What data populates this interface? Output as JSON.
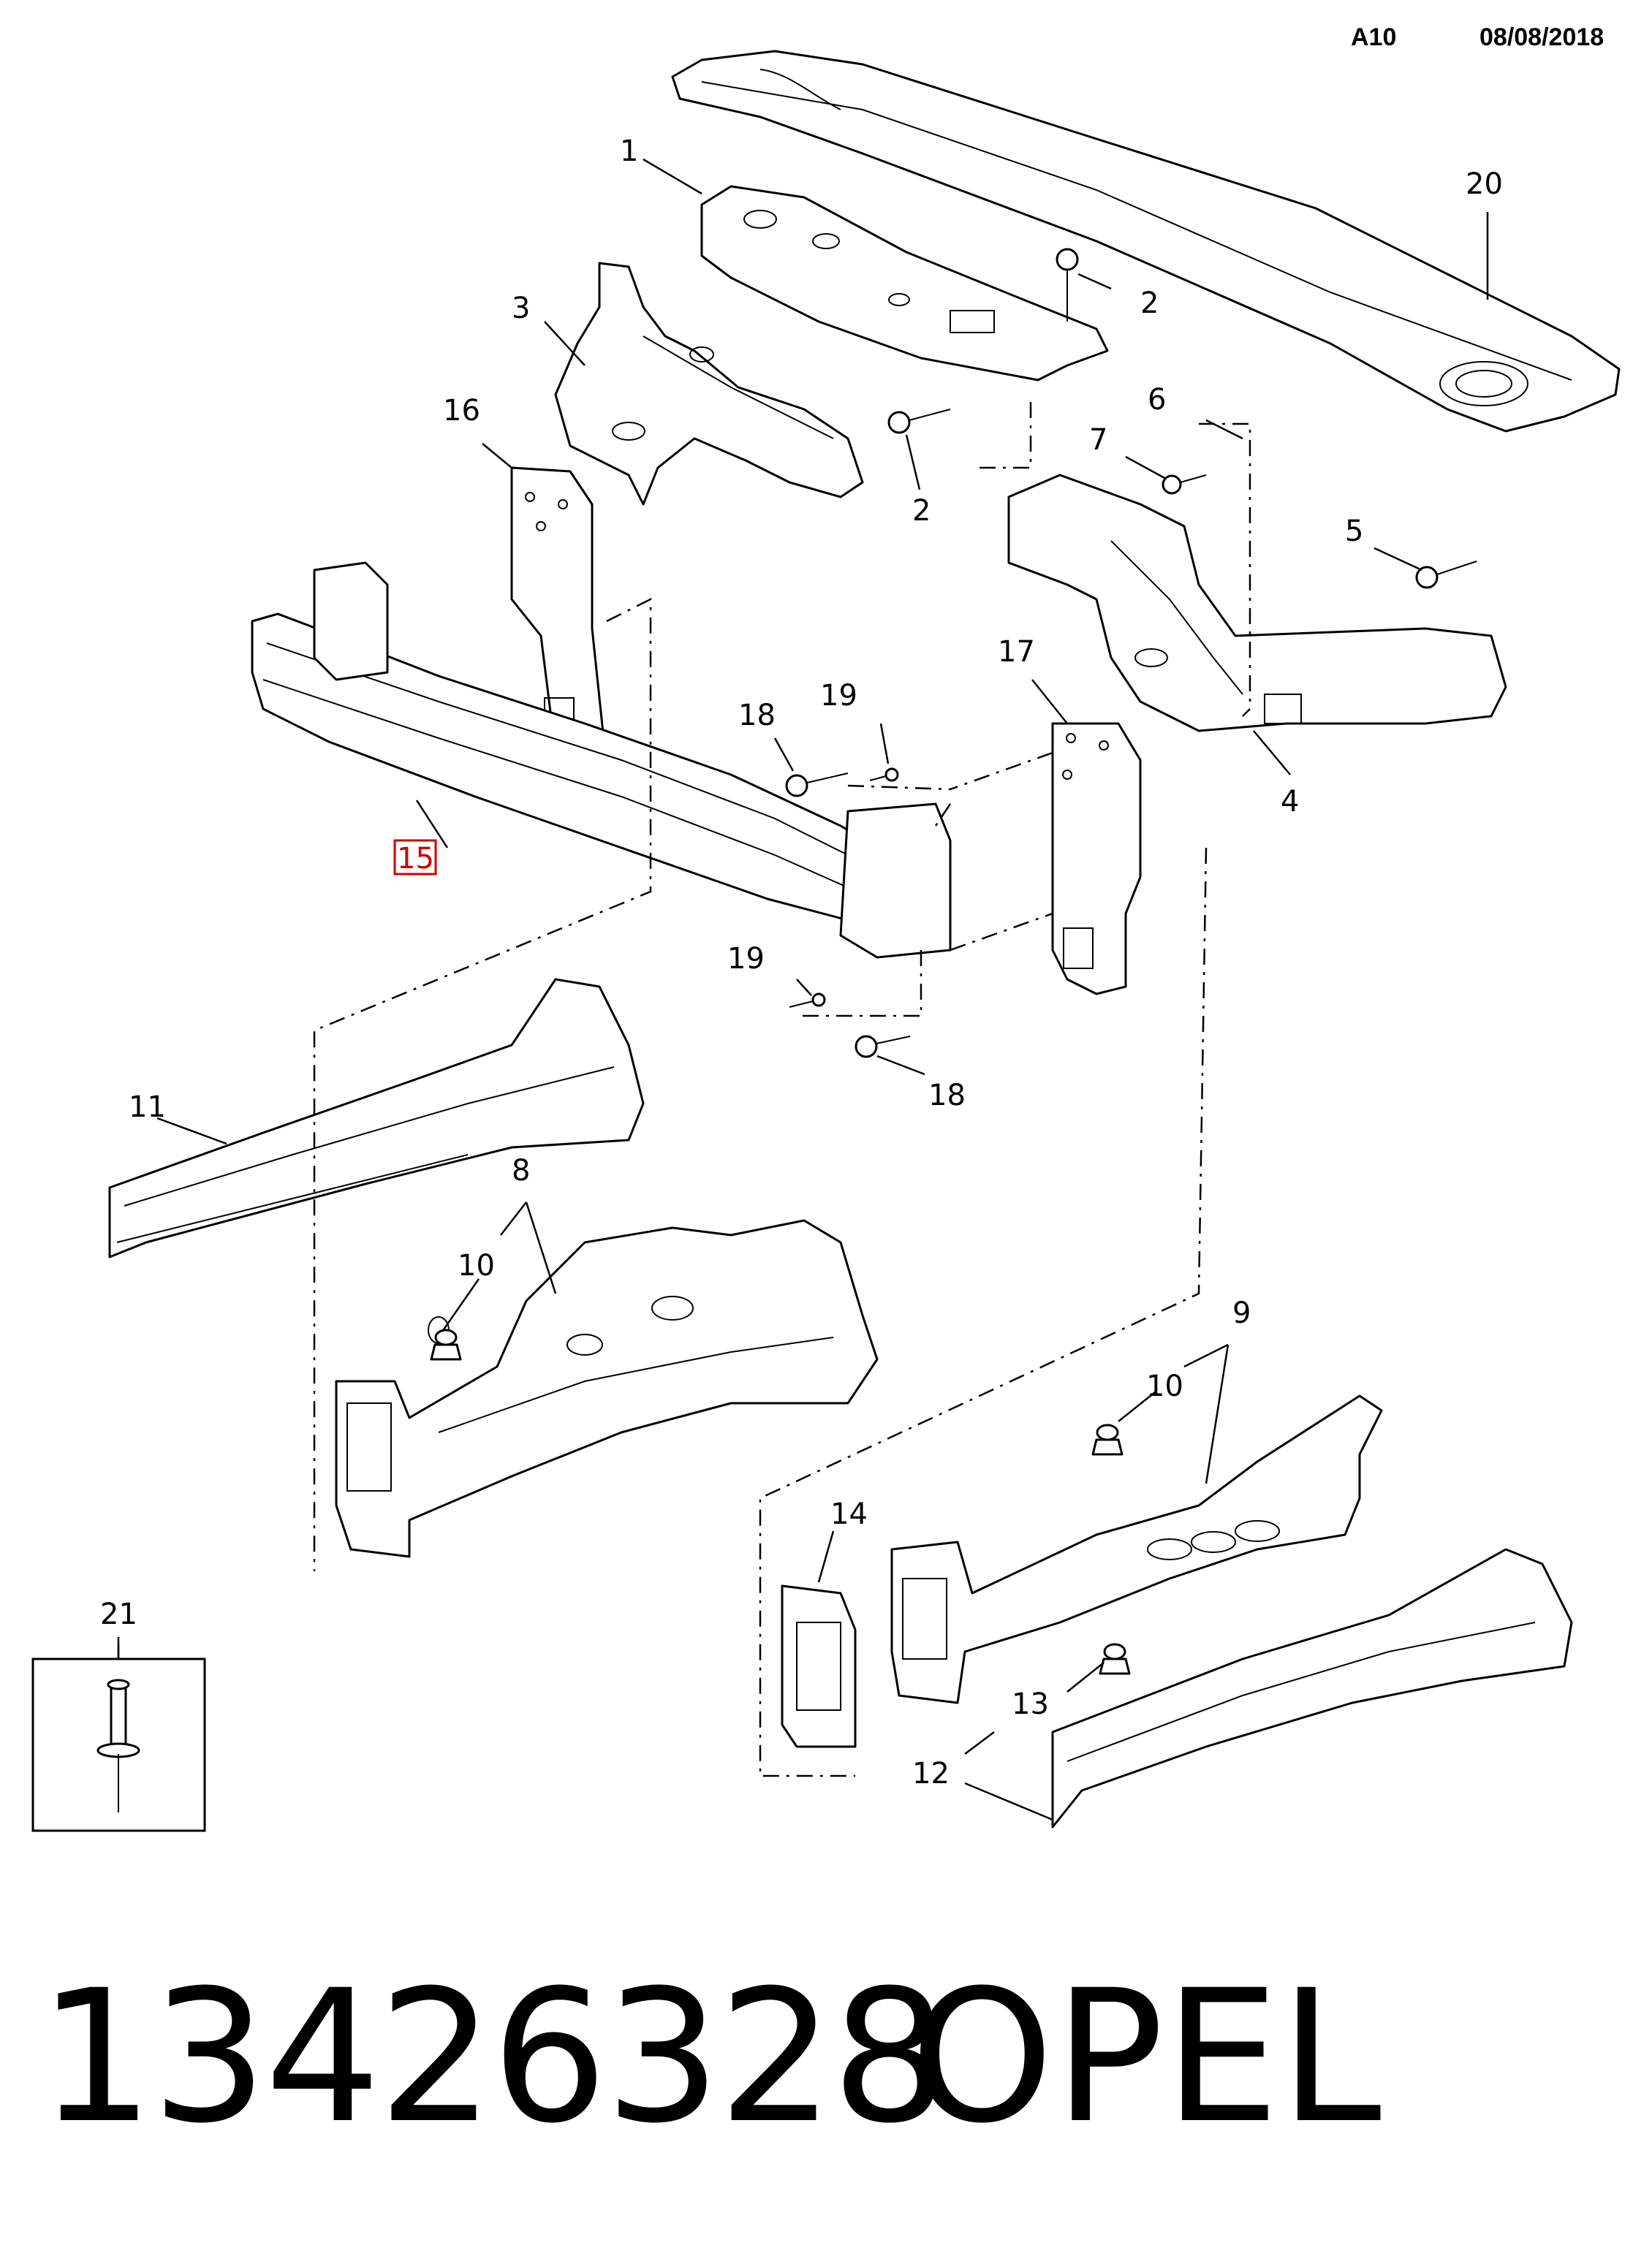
{
  "header": {
    "code": "A10",
    "date": "08/08/2018"
  },
  "footer": {
    "part_number": "13426328",
    "brand": "OPEL"
  },
  "callouts": {
    "c1": "1",
    "c2a": "2",
    "c2b": "2",
    "c3": "3",
    "c4": "4",
    "c5": "5",
    "c6": "6",
    "c7": "7",
    "c8": "8",
    "c9": "9",
    "c10a": "10",
    "c10b": "10",
    "c11": "11",
    "c12": "12",
    "c13": "13",
    "c14": "14",
    "c15": "15",
    "c16": "16",
    "c17": "17",
    "c18a": "18",
    "c18b": "18",
    "c19a": "19",
    "c19b": "19",
    "c20": "20",
    "c21": "21"
  },
  "highlight_color": "#cc0000"
}
